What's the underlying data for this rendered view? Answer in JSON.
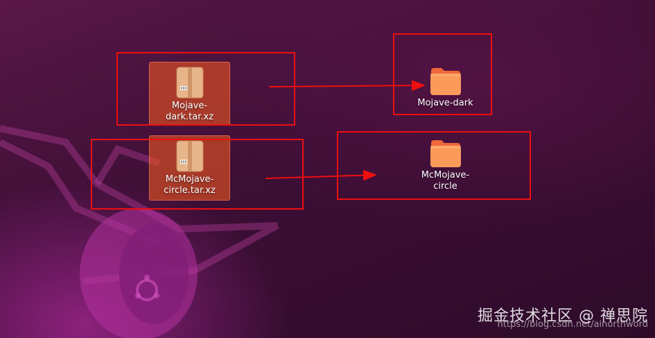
{
  "desktop": {
    "icons": [
      {
        "label": "Mojave-\ndark.tar.xz",
        "type": "archive",
        "icon": "archive-icon",
        "selected": true
      },
      {
        "label": "McMojave-\ncircle.tar.xz",
        "type": "archive",
        "icon": "archive-icon",
        "selected": true
      },
      {
        "label": "Mojave-dark",
        "type": "folder",
        "icon": "folder-icon",
        "selected": false
      },
      {
        "label": "McMojave-\ncircle",
        "type": "folder",
        "icon": "folder-icon",
        "selected": false
      }
    ]
  },
  "annotations": {
    "color": "#ee0f0f",
    "arrows": [
      {
        "from": "Mojave-dark.tar.xz",
        "to": "Mojave-dark"
      },
      {
        "from": "McMojave-circle.tar.xz",
        "to": "McMojave-circle"
      }
    ]
  },
  "watermark": {
    "text": "掘金技术社区 @ 禅思院",
    "url": "https://blog.csdn.net/ainorthword"
  },
  "colors": {
    "selection": "#e95420",
    "folder_top": "#f0683a",
    "folder_body": "#fb9a5a",
    "archive": "#e8b58a"
  }
}
